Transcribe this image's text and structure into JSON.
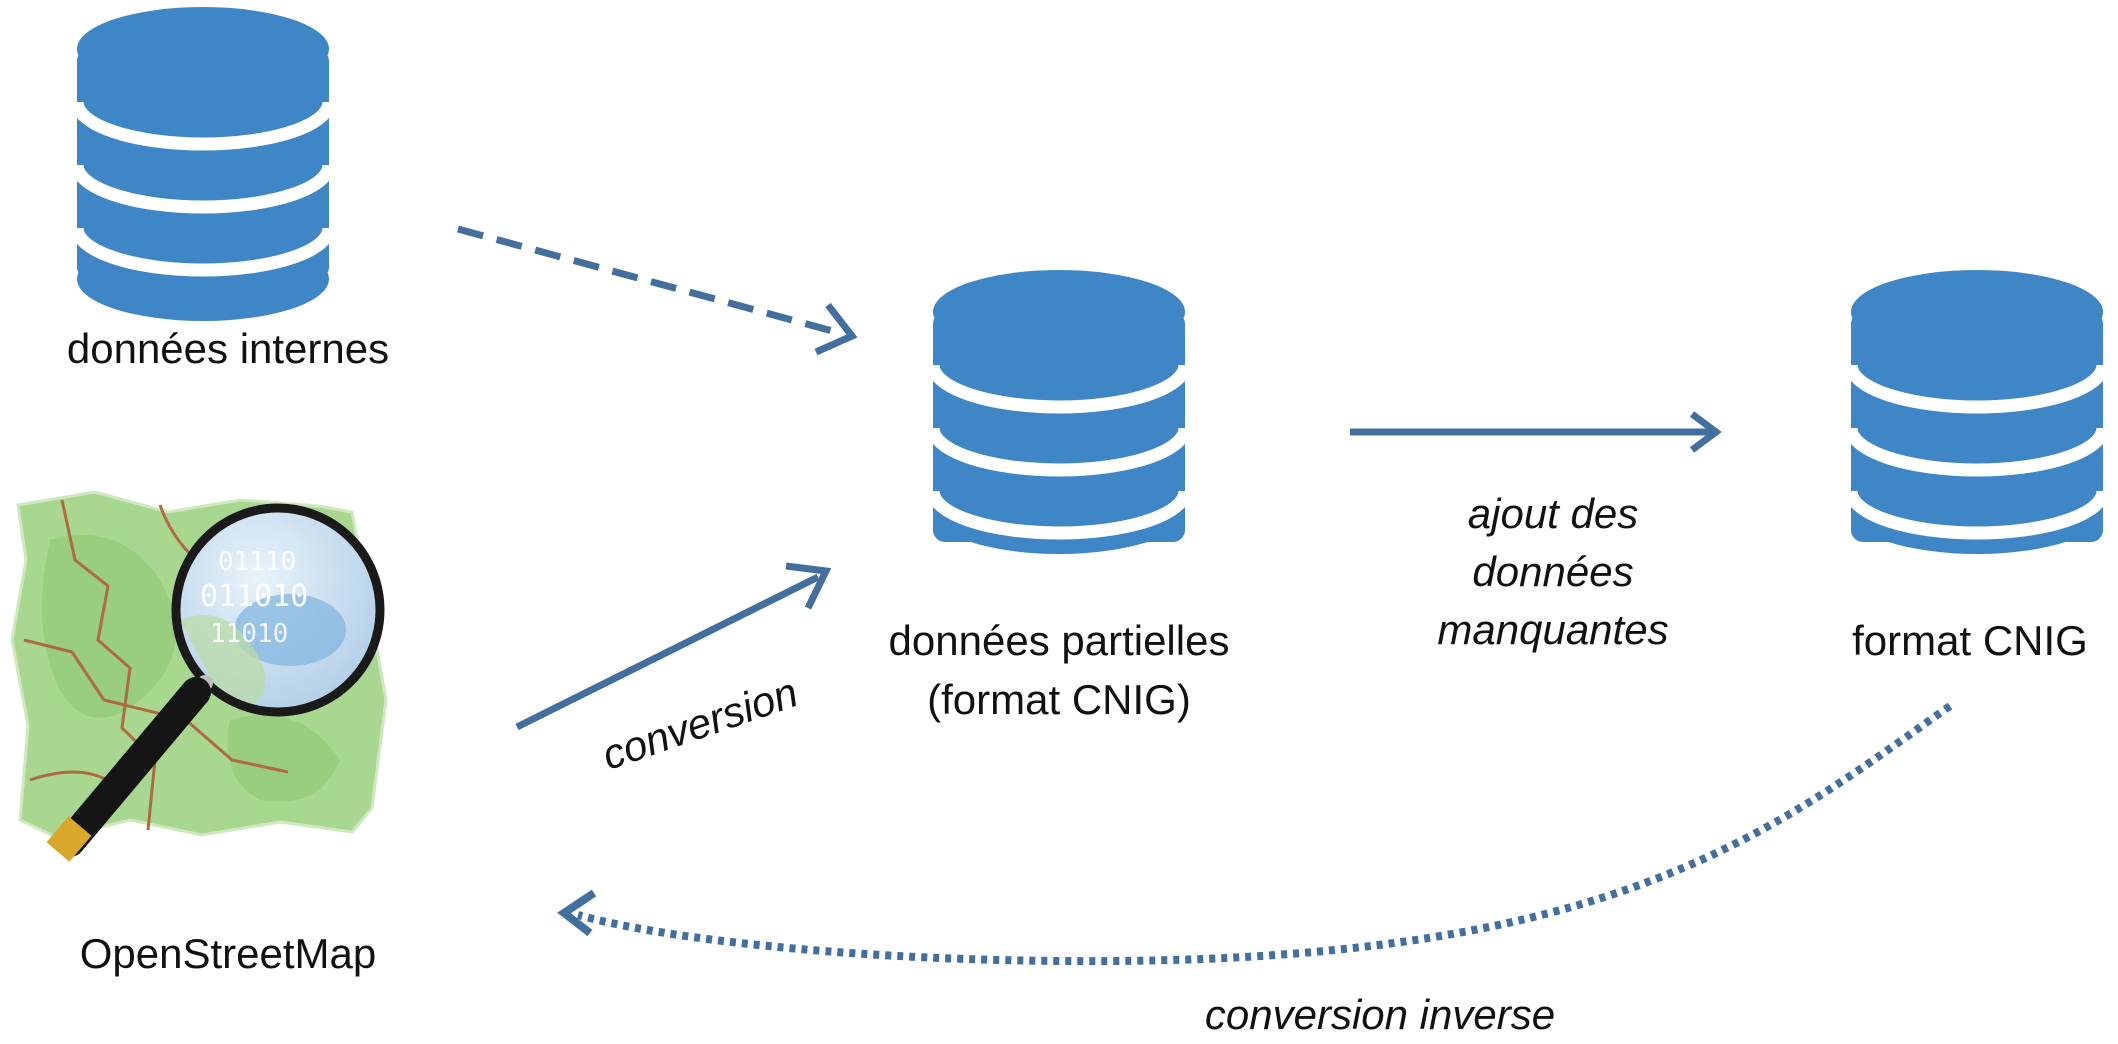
{
  "colors": {
    "accent": "#3f86c6",
    "arrow": "#436f9f",
    "text": "#111111"
  },
  "nodes": {
    "internal_db": {
      "label": "données internes",
      "icon": "database-icon"
    },
    "osm": {
      "label": "OpenStreetMap",
      "icon": "openstreetmap-logo"
    },
    "partial_db": {
      "label_line1": "données partielles",
      "label_line2": "(format CNIG)",
      "icon": "database-icon"
    },
    "cnig_db": {
      "label": "format CNIG",
      "icon": "database-icon"
    }
  },
  "edges": {
    "osm_to_partial": "conversion",
    "partial_to_cnig_line1": "ajout des",
    "partial_to_cnig_line2": "données",
    "partial_to_cnig_line3": "manquantes",
    "cnig_to_osm": "conversion inverse"
  }
}
